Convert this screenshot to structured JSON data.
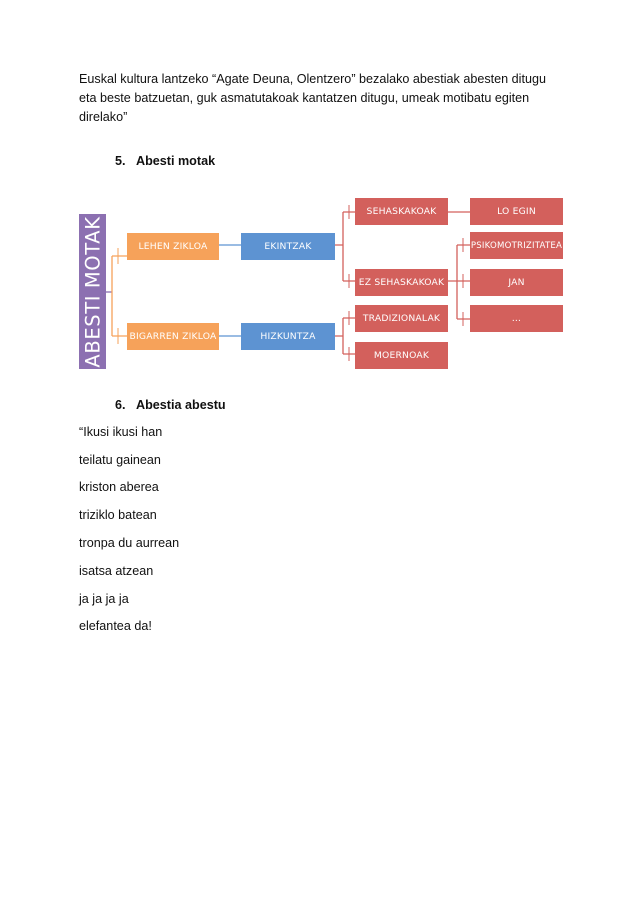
{
  "intro": {
    "line1": "Euskal kultura lantzeko “Agate Deuna, Olentzero” bezalako abestiak abesten ditugu",
    "line2": "eta beste batzuetan, guk asmatutakoak kantatzen ditugu, umeak motibatu egiten",
    "line3": "direlako”"
  },
  "section5": {
    "number": "5.",
    "title": "Abesti motak"
  },
  "diagram": {
    "root": "ABESTI MOTAK",
    "level1": [
      "LEHEN ZIKLOA",
      "BIGARREN  ZIKLOA"
    ],
    "level2": [
      "EKINTZAK",
      "HIZKUNTZA"
    ],
    "level3": [
      "SEHASKAKOAK",
      "EZ SEHASKAKOAK",
      "TRADIZIONALAK",
      "MOERNOAK"
    ],
    "level4": [
      "LO EGIN",
      "PSIKOMOTRIZITATEA",
      "JAN",
      "…"
    ],
    "colors": {
      "root": "#8c70b1",
      "level1": "#f6a25a",
      "level2": "#5d93d2",
      "level3": "#d3605c"
    }
  },
  "section6": {
    "number": "6.",
    "title": "Abestia abestu"
  },
  "song": [
    "“Ikusi ikusi han",
    "teilatu gainean",
    "kriston aberea",
    "triziklo batean",
    "tronpa du aurrean",
    "isatsa atzean",
    "ja ja ja ja",
    "elefantea da!"
  ]
}
